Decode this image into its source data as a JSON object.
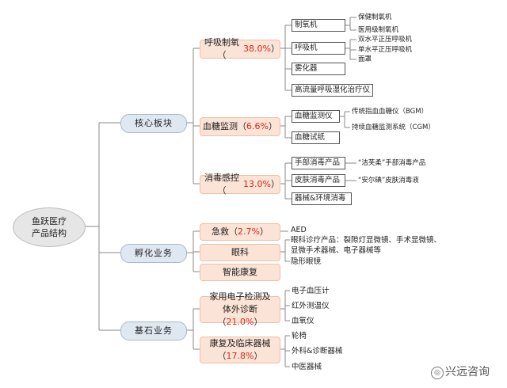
{
  "root": {
    "line1": "鱼跃医疗",
    "line2": "产品结构"
  },
  "segments": [
    {
      "label": "核心板块"
    },
    {
      "label": "孵化业务"
    },
    {
      "label": "基石业务"
    }
  ],
  "core": {
    "respiratory": {
      "name": "呼吸制氧（",
      "pct": "38.0%",
      "close": "）",
      "items": [
        "制氧机",
        "呼吸机",
        "雾化器",
        "高流量呼吸湿化治疗仪"
      ],
      "oxygen_details": [
        "保健制氧机",
        "医用级制氧机"
      ],
      "ventilator_details": [
        "双水平正压呼吸机",
        "单水平正压呼吸机",
        "面罩"
      ]
    },
    "glucose": {
      "name": "血糖监测（",
      "pct": "6.6%",
      "close": "）",
      "items": [
        "血糖监测仪",
        "血糖试纸"
      ],
      "meter_details": [
        "传统指血血糖仪（BGM）",
        "持续血糖监测系统（CGM）"
      ]
    },
    "disinfection": {
      "name": "消毒感控（",
      "pct": "13.0%",
      "close": "）",
      "items": [
        "手部消毒产品",
        "皮肤消毒产品",
        "器械&环境消毒"
      ],
      "hand_detail": "“洁芙柔”手部消毒产品",
      "skin_detail": "“安尔碘”皮肤消毒液"
    }
  },
  "incubation": {
    "first_aid": {
      "name": "急救（",
      "pct": "2.7%",
      "close": "）",
      "item": "AED"
    },
    "ophthalmic": {
      "name": "眼科",
      "items": [
        "眼科诊疗产品：裂隙灯显微镜、手术显微镜、",
        "显微手术器械、电子器械等",
        "隐形眼镜"
      ]
    },
    "rehab": {
      "name": "智能康复"
    }
  },
  "foundation": {
    "home_testing": {
      "line1": "家用电子检测及",
      "line2": "体外诊断（",
      "pct": "21.0%",
      "close": "）",
      "items": [
        "电子血压计",
        "红外测温仪",
        "血氧仪"
      ]
    },
    "rehab_clinical": {
      "line1": "康复及临床器械",
      "line2": "（",
      "pct": "17.8%",
      "close": "）",
      "items": [
        "轮椅",
        "外科&诊断器械",
        "中医器械"
      ]
    }
  },
  "watermark": {
    "icon": "xingyuan-icon",
    "text": "兴远咨询"
  }
}
